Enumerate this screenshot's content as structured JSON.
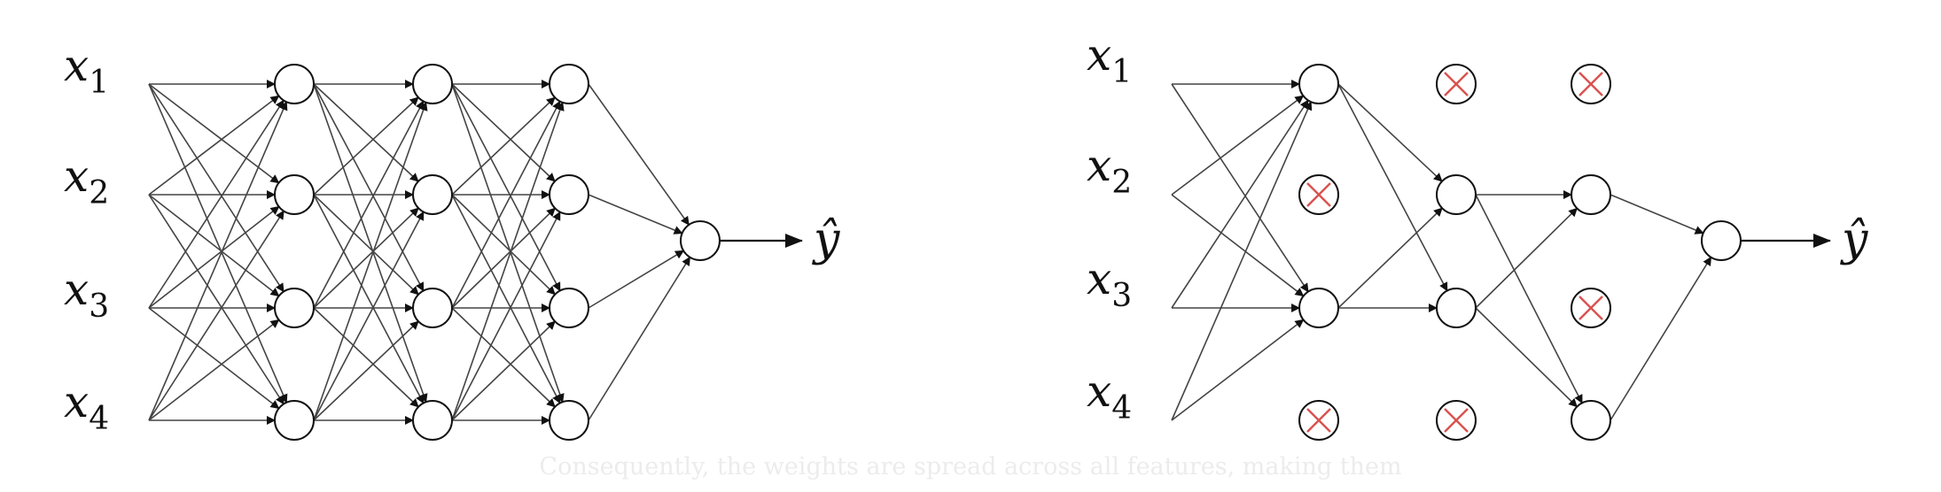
{
  "colors": {
    "stroke": "#111111",
    "edge": "#444444",
    "dropout_x": "#d9534f",
    "caption": "#ececec"
  },
  "caption": "Consequently, the weights are spread across all features, making them",
  "full_network": {
    "inputs": [
      {
        "base": "x",
        "sub": "1"
      },
      {
        "base": "x",
        "sub": "2"
      },
      {
        "base": "x",
        "sub": "3"
      },
      {
        "base": "x",
        "sub": "4"
      }
    ],
    "hidden_layers": [
      4,
      4,
      4
    ],
    "output_label": "ŷ"
  },
  "dropout_network": {
    "inputs": [
      {
        "base": "x",
        "sub": "1"
      },
      {
        "base": "x",
        "sub": "2"
      },
      {
        "base": "x",
        "sub": "3"
      },
      {
        "base": "x",
        "sub": "4"
      }
    ],
    "layers": [
      [
        true,
        false,
        true,
        false
      ],
      [
        false,
        true,
        true,
        false
      ],
      [
        false,
        true,
        false,
        true
      ]
    ],
    "output_label": "ŷ"
  }
}
